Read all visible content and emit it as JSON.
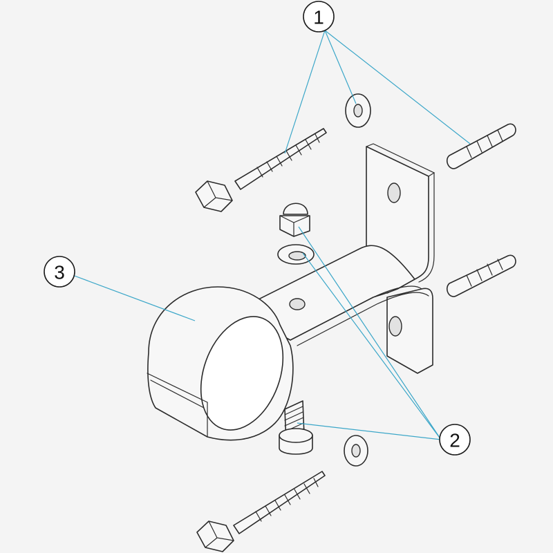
{
  "colors": {
    "leader": "#3aa6c8",
    "outline": "#2a2a2a",
    "background": "#f4f4f4"
  },
  "callouts": [
    {
      "label": "1"
    },
    {
      "label": "2"
    },
    {
      "label": "3"
    }
  ]
}
